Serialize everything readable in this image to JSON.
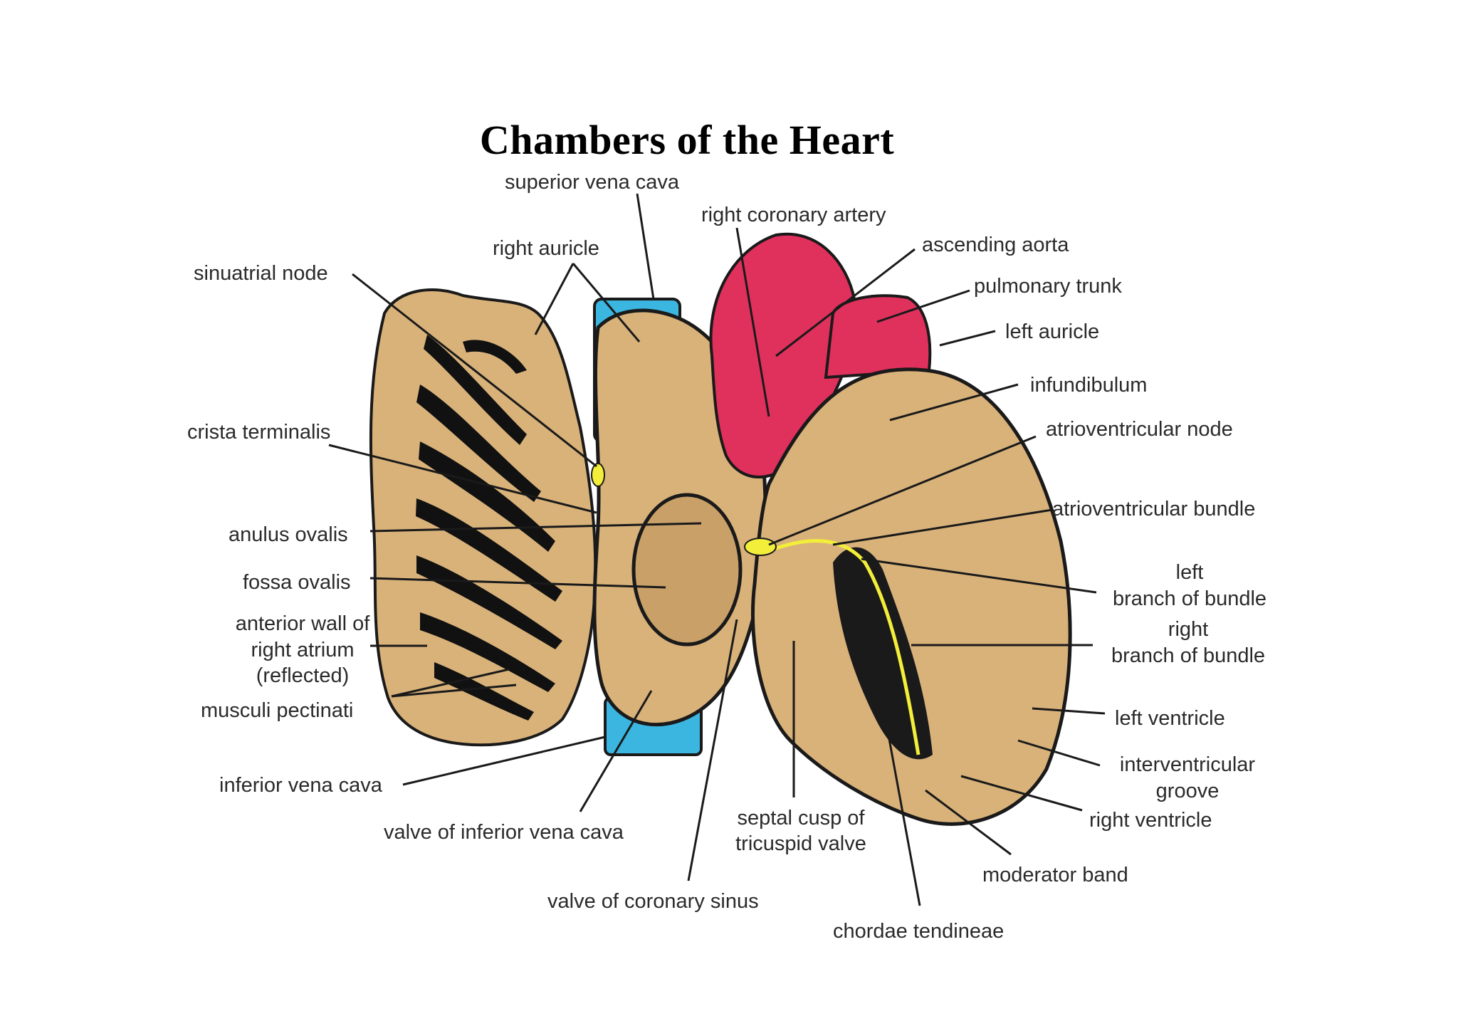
{
  "title": "Chambers of the Heart",
  "colors": {
    "tissue": "#d9b27a",
    "tissue_dark": "#b98c52",
    "vessel_blue": "#3bb6e0",
    "aorta_red": "#e0305c",
    "node_yellow": "#f2ee3a",
    "outline": "#1a1a1a"
  },
  "labels": {
    "superior_vena_cava": "superior vena cava",
    "right_coronary_artery": "right coronary artery",
    "right_auricle": "right auricle",
    "ascending_aorta": "ascending aorta",
    "sinuatrial_node": "sinuatrial node",
    "pulmonary_trunk": "pulmonary trunk",
    "left_auricle": "left auricle",
    "infundibulum": "infundibulum",
    "crista_terminalis": "crista terminalis",
    "atrioventricular_node": "atrioventricular node",
    "atrioventricular_bundle": "atrioventricular bundle",
    "anulus_ovalis": "anulus ovalis",
    "fossa_ovalis": "fossa ovalis",
    "left_branch_1": "left",
    "left_branch_2": "branch of bundle",
    "right_branch_1": "right",
    "right_branch_2": "branch of bundle",
    "anterior_wall_1": "anterior wall of",
    "anterior_wall_2": "right atrium",
    "anterior_wall_3": "(reflected)",
    "musculi_pectinati": "musculi pectinati",
    "left_ventricle": "left ventricle",
    "interventricular_1": "interventricular",
    "interventricular_2": "groove",
    "inferior_vena_cava": "inferior vena cava",
    "right_ventricle": "right ventricle",
    "valve_ivc": "valve of inferior vena cava",
    "septal_cusp_1": "septal cusp of",
    "septal_cusp_2": "tricuspid valve",
    "moderator_band": "moderator band",
    "valve_coronary_sinus": "valve of coronary sinus",
    "chordae_tendineae": "chordae tendineae"
  }
}
